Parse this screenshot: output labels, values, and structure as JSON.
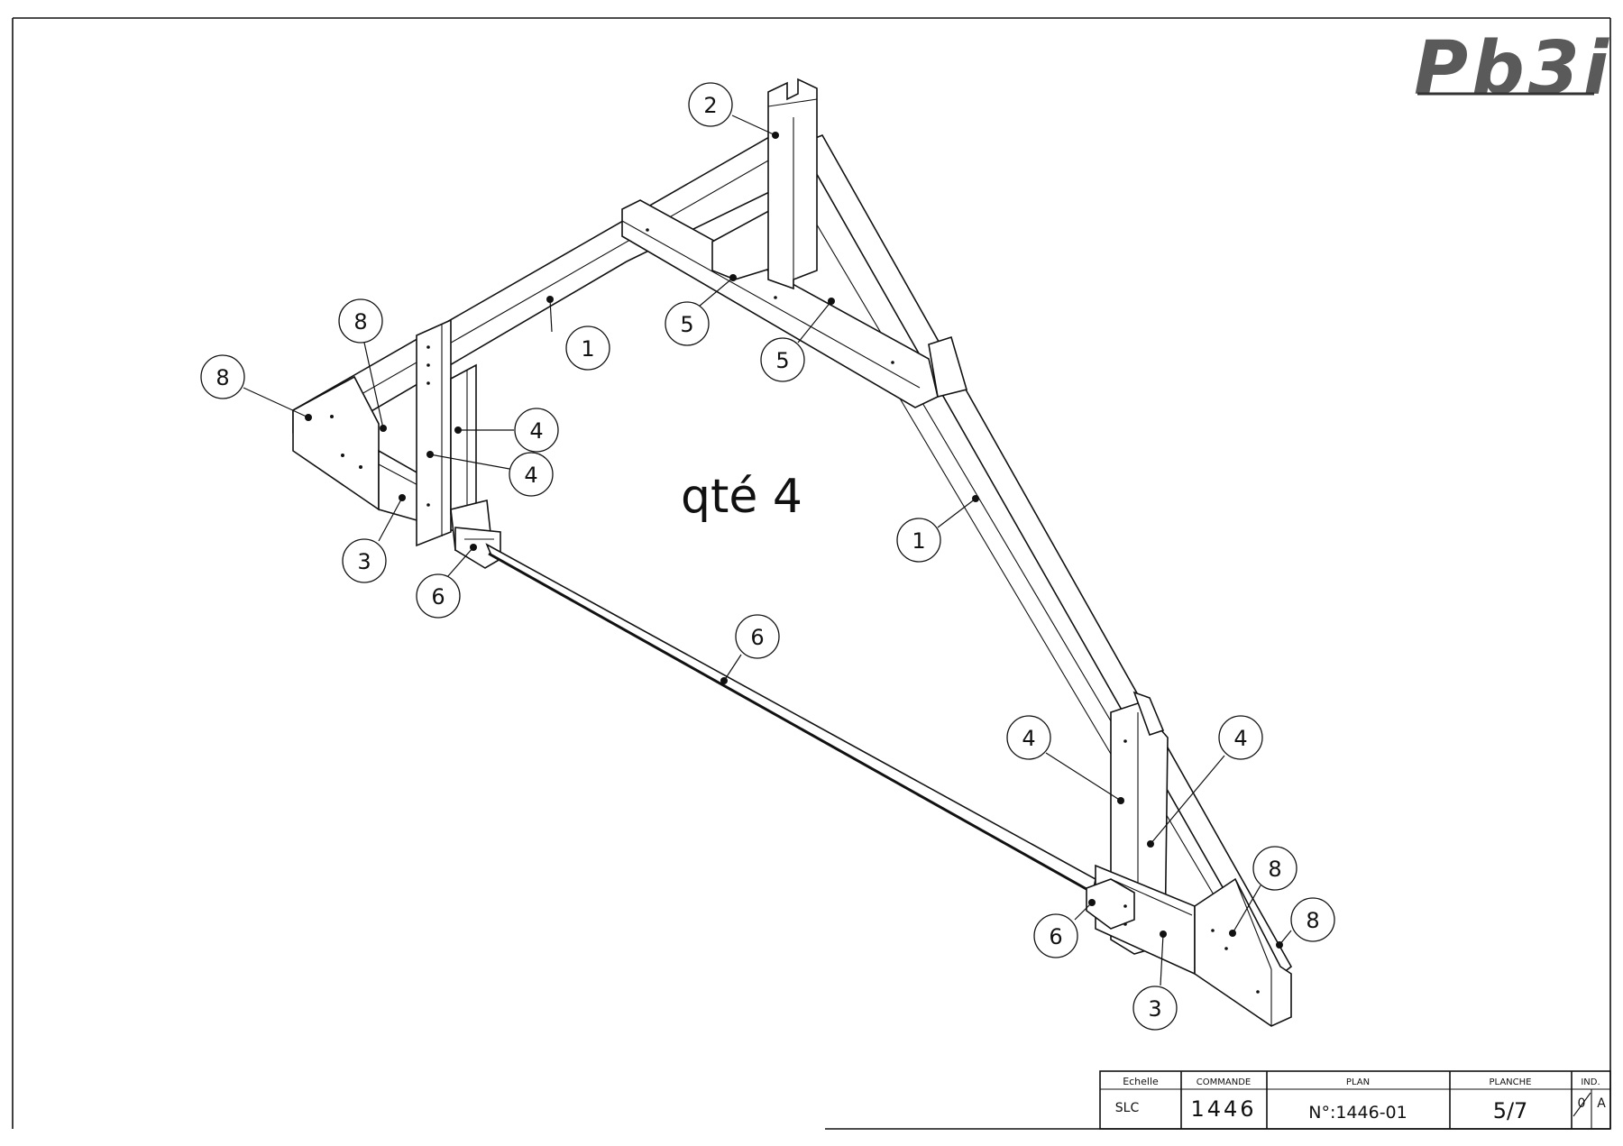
{
  "logo": {
    "text": "Pb3i",
    "color": "#555555"
  },
  "drawing_note": "qté 4",
  "callouts": [
    {
      "id": "c2",
      "label": "2"
    },
    {
      "id": "c1a",
      "label": "1"
    },
    {
      "id": "c5a",
      "label": "5"
    },
    {
      "id": "c5b",
      "label": "5"
    },
    {
      "id": "c8a",
      "label": "8"
    },
    {
      "id": "c8b",
      "label": "8"
    },
    {
      "id": "c4a",
      "label": "4"
    },
    {
      "id": "c4b",
      "label": "4"
    },
    {
      "id": "c3a",
      "label": "3"
    },
    {
      "id": "c6a",
      "label": "6"
    },
    {
      "id": "c6b",
      "label": "6"
    },
    {
      "id": "c1b",
      "label": "1"
    },
    {
      "id": "c4c",
      "label": "4"
    },
    {
      "id": "c4d",
      "label": "4"
    },
    {
      "id": "c8c",
      "label": "8"
    },
    {
      "id": "c8d",
      "label": "8"
    },
    {
      "id": "c6c",
      "label": "6"
    },
    {
      "id": "c3b",
      "label": "3"
    }
  ],
  "title_block": {
    "echelle_label": "Echelle",
    "echelle_value": "SLC",
    "commande_label": "COMMANDE",
    "commande_value": "1446",
    "plan_label": "PLAN",
    "plan_value": "N°:1446-01",
    "planche_label": "PLANCHE",
    "planche_value": "5/7",
    "ind_label": "IND.",
    "ind_value_struck": "0",
    "ind_value": "A"
  }
}
